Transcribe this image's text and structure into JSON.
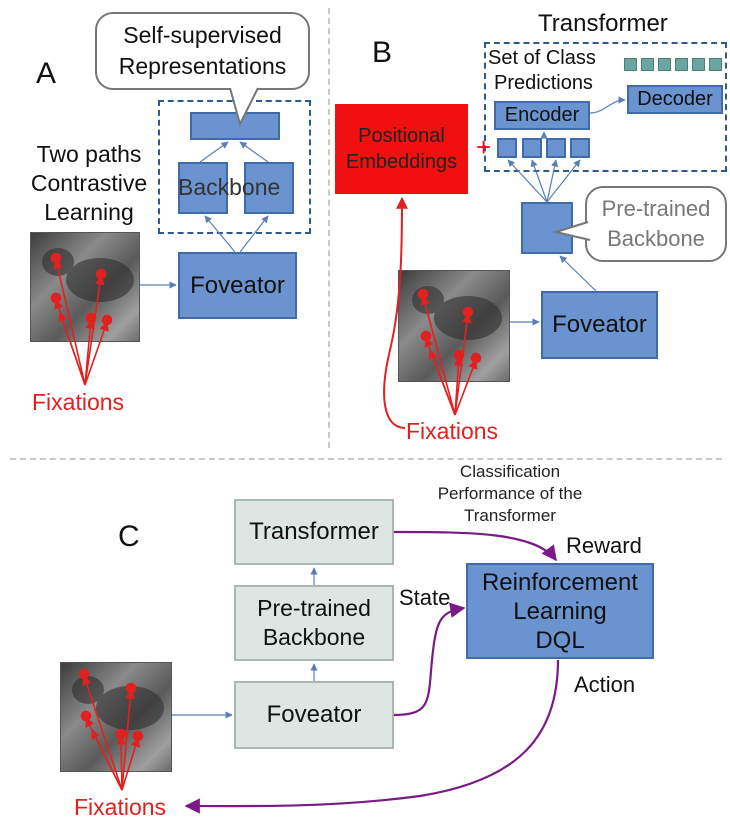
{
  "panel_a": {
    "letter": "A",
    "callout": [
      "Self-supervised",
      "Representations"
    ],
    "backbone": "Backbone",
    "title": [
      "Two paths",
      "Contrastive",
      "Learning"
    ],
    "foveator": "Foveator",
    "fixations": "Fixations"
  },
  "panel_b": {
    "letter": "B",
    "transformer_title": "Transformer",
    "class_predictions": [
      "Set of Class",
      "Predictions"
    ],
    "encoder": "Encoder",
    "decoder": "Decoder",
    "plus": "+",
    "positional": [
      "Positional",
      "Embeddings"
    ],
    "pretrained_callout": [
      "Pre-trained",
      "Backbone"
    ],
    "foveator": "Foveator",
    "fixations": "Fixations"
  },
  "panel_c": {
    "letter": "C",
    "transformer": "Transformer",
    "pretrained": [
      "Pre-trained",
      "Backbone"
    ],
    "foveator": "Foveator",
    "rl": [
      "Reinforcement",
      "Learning",
      "DQL"
    ],
    "classification_perf": [
      "Classification",
      "Performance of the",
      "Transformer"
    ],
    "reward": "Reward",
    "state": "State",
    "action": "Action",
    "fixations": "Fixations"
  },
  "colors": {
    "box_blue": "#6b93cf",
    "box_grey": "#dde6e3",
    "fixation_red": "#e32020",
    "positional_red": "#f01010",
    "arrow_purple": "#7a1a86",
    "dashed_border": "#2f5a8f"
  }
}
